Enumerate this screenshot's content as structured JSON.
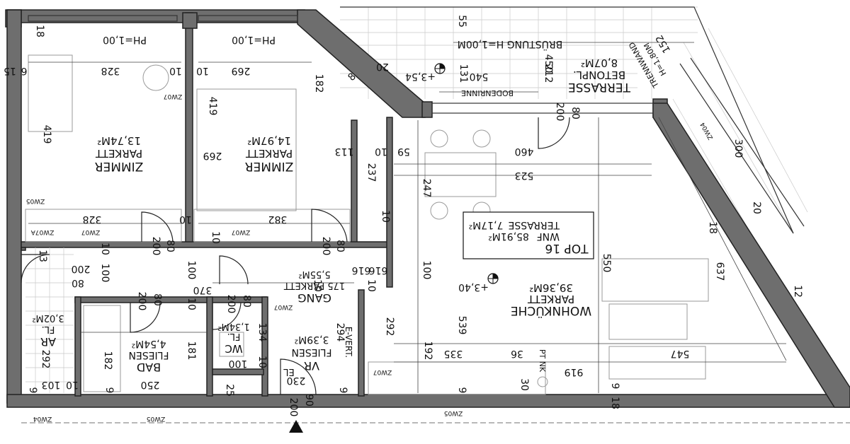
{
  "rooms": {
    "zimmer1": {
      "name": "ZIMMER",
      "floor": "PARKETT",
      "area": "13,74M²"
    },
    "zimmer2": {
      "name": "ZIMMER",
      "floor": "PARKETT",
      "area": "14,97M²"
    },
    "wohnkueche": {
      "name": "WOHNKÜCHE",
      "floor": "PARKETT",
      "area": "39,36M²"
    },
    "terrasse": {
      "name": "TERRASSE",
      "floor": "BETONPL.",
      "area": "8,07M²"
    },
    "gang": {
      "name": "GANG",
      "floor": "175 PARKETT",
      "area": "5,55M²"
    },
    "bad": {
      "name": "BAD",
      "floor": "FLIESEN",
      "area": "4,54M²"
    },
    "wc": {
      "name": "WC",
      "floor": "FL.",
      "area": "1,34M²"
    },
    "vr": {
      "name": "VR",
      "floor": "FLIESEN",
      "area": "3,39M²"
    },
    "ar": {
      "name": "AR",
      "floor": "FL.",
      "area": "3,02M²"
    }
  },
  "unit_box": {
    "title": "TOP 16",
    "wnf_label": "WNF",
    "wnf_value": "85,91M²",
    "terrasse_label": "TERRASSE",
    "terrasse_value": "7,17M²"
  },
  "annotations": {
    "ph1": "PH=1,00",
    "ph2": "PH=1,00",
    "bruestung": "BRÜSTUNG H=1,00M",
    "bodenrinne": "BODENRINNE",
    "trennwand": "TRENNWAND",
    "trennwand_h": "H=1,80M",
    "evert": "E-VERT.",
    "ptnk": "PT NK",
    "el": "EL",
    "level_354": "+3,54",
    "level_340": "+3,40",
    "zw04": "ZW04",
    "zw05": "ZW05",
    "zw07": "ZW07",
    "zw07a": "ZW07A"
  },
  "dimensions": {
    "d18a": "18",
    "d6": "6",
    "d15": "15",
    "d328a": "328",
    "d10a": "10",
    "d419a": "419",
    "d328b": "328",
    "d269a": "269",
    "d10b": "10",
    "d419b": "419",
    "d269b": "269",
    "d182": "182",
    "d382": "382",
    "d10c": "10",
    "d200a": "200",
    "d80a": "80",
    "d200b": "200",
    "d80b": "80",
    "d10d": "10",
    "d20a": "20",
    "d8": "8",
    "d131": "131",
    "d540": "540",
    "d212": "212",
    "d450": "450",
    "d55": "55",
    "d152": "152",
    "d200c": "200",
    "d80c": "80",
    "d300": "300",
    "d20b": "20",
    "d18b": "18",
    "d460": "460",
    "d523": "523",
    "d59": "59",
    "d10e": "10",
    "d113": "113",
    "d237": "237",
    "d10f": "10",
    "d247": "247",
    "d550": "550",
    "d637": "637",
    "d12": "12",
    "d13": "13",
    "d10g": "10",
    "d100a": "100",
    "d200d": "200",
    "d80d": "80",
    "d100b": "100",
    "d370": "370",
    "d200e": "200",
    "d80e": "80",
    "d10h": "10",
    "d616a": "616",
    "d10i": "10",
    "d616b": "616",
    "d100c": "100",
    "d10j": "10",
    "d200f": "200",
    "d80f": "80",
    "d134": "134",
    "d294": "294",
    "d292a": "292",
    "d539": "539",
    "d192": "192",
    "d335": "335",
    "d36": "36",
    "d547": "547",
    "d919": "919",
    "d182b": "182",
    "d181": "181",
    "d100d": "100",
    "d10k": "10",
    "d292b": "292",
    "d103": "103",
    "d10l": "10",
    "d250": "250",
    "d9a": "9",
    "d9b": "9",
    "d25": "25",
    "d230": "230",
    "d200g": "200",
    "d90": "90",
    "d9c": "9",
    "d30": "30",
    "d9d": "9",
    "d18c": "18",
    "d9e": "9"
  }
}
